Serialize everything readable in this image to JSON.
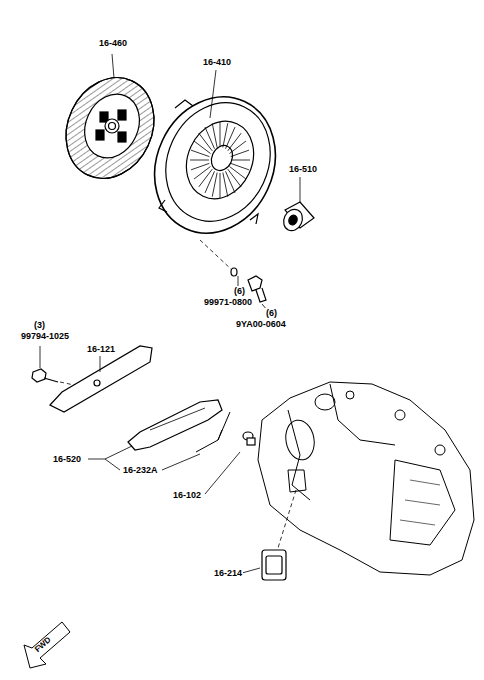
{
  "diagram": {
    "labels": [
      "16-460",
      "16-410",
      "16-510",
      "(6)",
      "99971-0800",
      "(6)",
      "9YA00-0604",
      "(3)",
      "99794-1025",
      "16-121",
      "16-520",
      "16-232A",
      "16-102",
      "16-214",
      "FWD"
    ]
  }
}
